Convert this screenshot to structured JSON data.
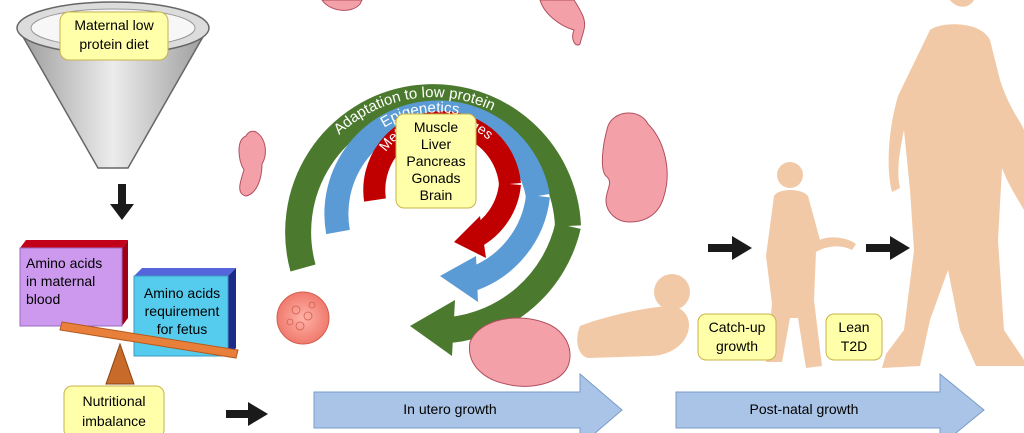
{
  "funnel": {
    "label_line1": "Maternal low",
    "label_line2": "protein diet"
  },
  "balance": {
    "left_line1": "Amino acids",
    "left_line2": "in maternal",
    "left_line3": "blood",
    "right_line1": "Amino acids",
    "right_line2": "requirement",
    "right_line3": "for fetus"
  },
  "nutritional": {
    "line1": "Nutritional",
    "line2": "imbalance"
  },
  "rings": {
    "outer": "Adaptation to low protein",
    "middle": "Epigenetics",
    "inner": "Metabolic changes"
  },
  "organs": [
    "Muscle",
    "Liver",
    "Pancreas",
    "Gonads",
    "Brain"
  ],
  "arrows": {
    "in_utero": "In utero growth",
    "post_natal": "Post-natal growth"
  },
  "labels": {
    "catchup_line1": "Catch-up",
    "catchup_line2": "growth",
    "lean_line1": "Lean",
    "lean_line2": "T2D"
  },
  "colors": {
    "outer_ring": "#4b7a2e",
    "middle_ring": "#5b9bd5",
    "inner_ring": "#c00000",
    "label_box": "#ffffaa",
    "fetus": "#f4a0a8",
    "silhouette": "#f2c9a6",
    "arrow_fill": "#a9c4e6",
    "left_box": "#cc99ee",
    "right_box": "#55ccee",
    "lever": "#e8803c"
  }
}
